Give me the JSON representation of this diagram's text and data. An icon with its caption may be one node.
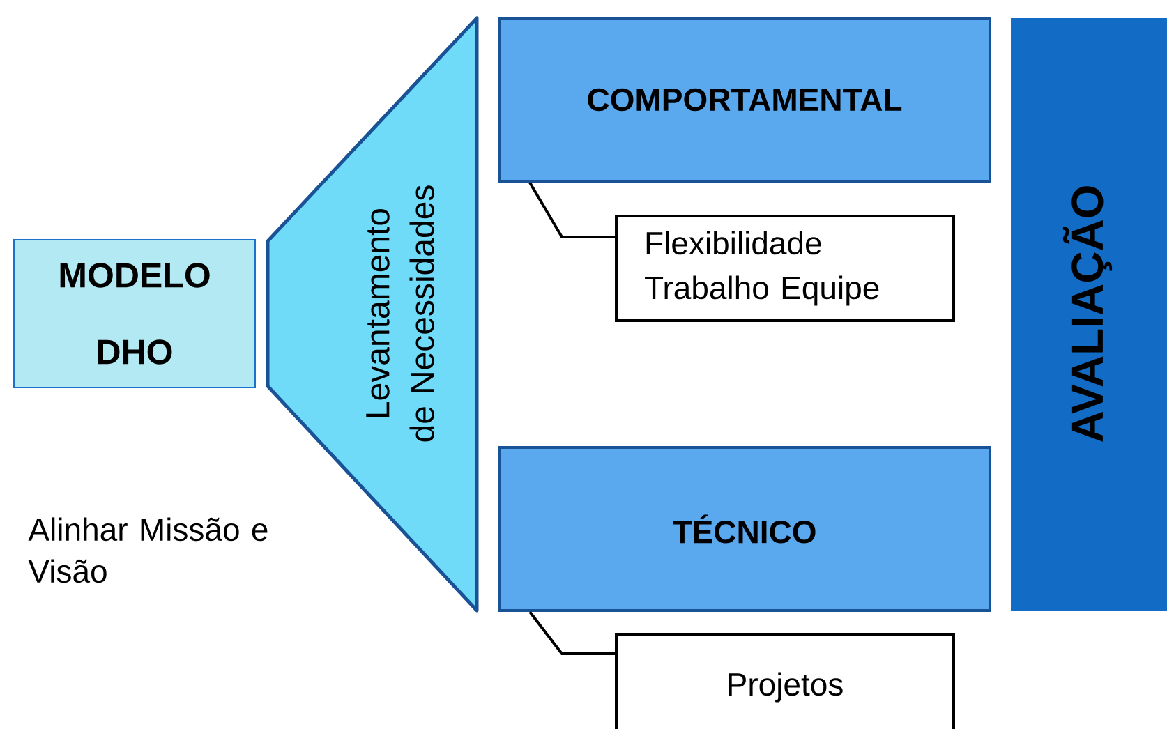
{
  "diagram": {
    "nodes": [
      {
        "text": [
          "MODELO",
          "DHO"
        ]
      },
      {
        "text": [
          "Levantamento de Necessidades"
        ]
      },
      {
        "text": [
          "COMPORTAMENTAL"
        ]
      },
      {
        "text": [
          "Flexibilidade",
          "Trabalho Equipe"
        ]
      },
      {
        "text": [
          "TÉCNICO"
        ]
      },
      {
        "text": [
          "Projetos"
        ]
      },
      {
        "text": [
          "AVALIAÇÃO"
        ]
      }
    ],
    "edges": [
      {
        "from": 2,
        "to": 3,
        "arrow": "none"
      },
      {
        "from": 4,
        "to": 5,
        "arrow": "none"
      }
    ],
    "labels": [
      "Alinhar Missão e Visão"
    ]
  }
}
